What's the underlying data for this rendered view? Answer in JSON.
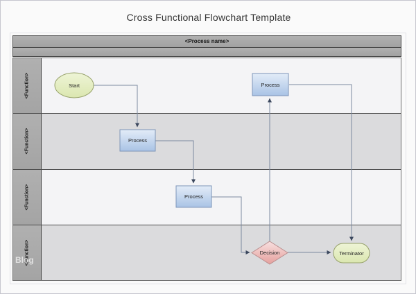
{
  "title": "Cross Functional Flowchart Template",
  "process_header": {
    "name": "<Process name>"
  },
  "lanes": [
    {
      "label": "<Function>"
    },
    {
      "label": "<Function>"
    },
    {
      "label": "<Function>"
    },
    {
      "label": "<Function>"
    }
  ],
  "flowchart": {
    "nodes": [
      {
        "id": "start",
        "type": "ellipse",
        "label": "Start",
        "lane": 1
      },
      {
        "id": "process-a",
        "type": "process",
        "label": "Process",
        "lane": 2
      },
      {
        "id": "process-b",
        "type": "process",
        "label": "Process",
        "lane": 3
      },
      {
        "id": "process-c",
        "type": "process",
        "label": "Process",
        "lane": 1
      },
      {
        "id": "decision",
        "type": "decision",
        "label": "Decision",
        "lane": 4
      },
      {
        "id": "terminator",
        "type": "terminator",
        "label": "Terminator",
        "lane": 4
      }
    ],
    "edges": [
      {
        "from": "start",
        "to": "process-a"
      },
      {
        "from": "process-a",
        "to": "process-b"
      },
      {
        "from": "process-b",
        "to": "decision"
      },
      {
        "from": "decision",
        "to": "process-c"
      },
      {
        "from": "decision",
        "to": "terminator"
      },
      {
        "from": "process-c",
        "to": "terminator"
      }
    ]
  },
  "watermark": "Blog",
  "colors": {
    "banner_fill": "#aaaaaa",
    "lane_label_fill": "#aaaaaa",
    "lane_light": "#f4f4f6",
    "lane_dark": "#dbdbdd",
    "process_fill_top": "#e3ecf8",
    "process_fill_bottom": "#a9c3e5",
    "process_border": "#7d95b8",
    "terminal_fill_top": "#eef4d6",
    "terminal_fill_bottom": "#dbe7b0",
    "terminal_border": "#97a26b",
    "decision_fill_top": "#f8e0e0",
    "decision_fill_bottom": "#e5a09d",
    "decision_border": "#b98e8e",
    "connector": "#7b8aa0",
    "arrowhead": "#3c485e"
  }
}
